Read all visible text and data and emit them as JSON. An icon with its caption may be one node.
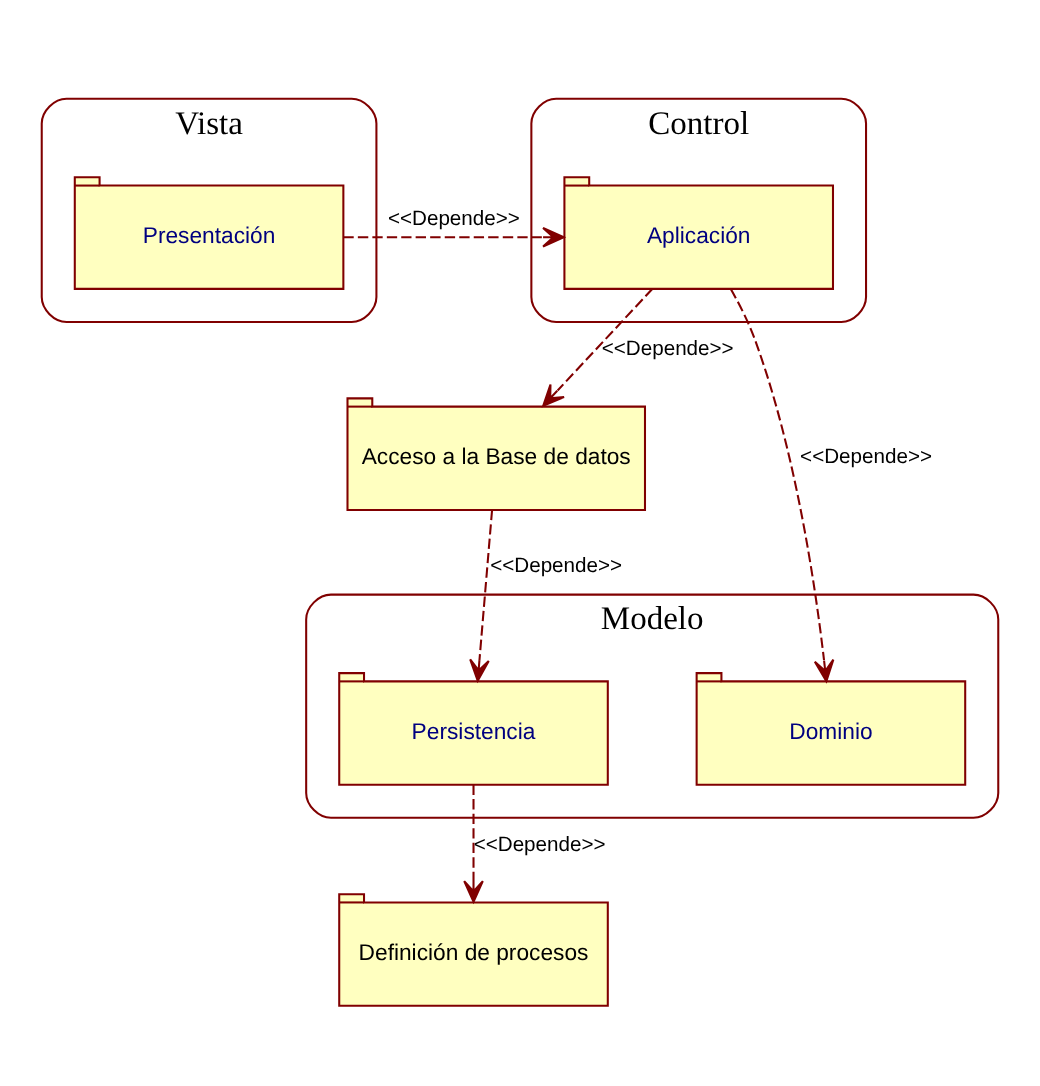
{
  "diagram": {
    "nodes": [
      {
        "text": [
          "Vista"
        ]
      },
      {
        "text": [
          "Presentación"
        ],
        "in": 0
      },
      {
        "text": [
          "Control"
        ]
      },
      {
        "text": [
          "Aplicación"
        ],
        "in": 2
      },
      {
        "text": [
          "Acceso a la Base de datos"
        ]
      },
      {
        "text": [
          "Modelo"
        ]
      },
      {
        "text": [
          "Persistencia"
        ],
        "in": 5
      },
      {
        "text": [
          "Dominio"
        ],
        "in": 5
      },
      {
        "text": [
          "Definición de procesos"
        ]
      }
    ],
    "edges": [
      {
        "from": 1,
        "to": 3,
        "arrow": "to",
        "style": "dashed",
        "label": "<<Depende>>"
      },
      {
        "from": 3,
        "to": 4,
        "arrow": "to",
        "style": "dashed",
        "label": "<<Depende>>"
      },
      {
        "from": 3,
        "to": 7,
        "arrow": "to",
        "style": "dashed",
        "label": "<<Depende>>"
      },
      {
        "from": 4,
        "to": 6,
        "arrow": "to",
        "style": "dashed",
        "label": "<<Depende>>"
      },
      {
        "from": 6,
        "to": 8,
        "arrow": "to",
        "style": "dashed",
        "label": "<<Depende>>"
      }
    ]
  }
}
